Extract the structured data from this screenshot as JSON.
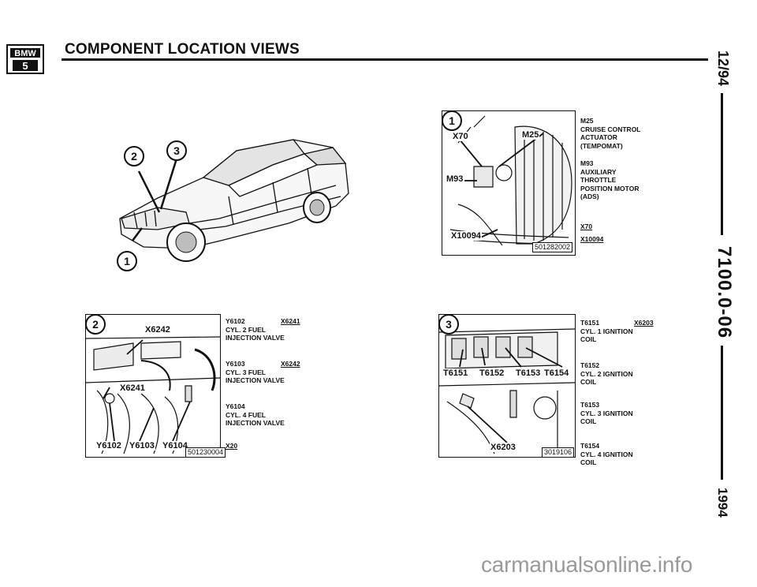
{
  "header": {
    "title": "COMPONENT LOCATION VIEWS",
    "logo_top": "BMW",
    "logo_bottom": "5"
  },
  "sidebar": {
    "date": "12/94",
    "page_number": "7100.0-06",
    "year": "1994"
  },
  "overview": {
    "markers": [
      "2",
      "3",
      "1"
    ]
  },
  "panel1": {
    "number": "1",
    "refs": [
      "X70",
      "M25",
      "M93",
      "X10094"
    ],
    "code": "501282002",
    "legend": {
      "m25": [
        "M25",
        "CRUISE CONTROL",
        "ACTUATOR",
        "(TEMPOMAT)"
      ],
      "m93": [
        "M93",
        "AUXILIARY",
        "THROTTLE",
        "POSITION MOTOR",
        "(ADS)"
      ],
      "x70": "X70",
      "x10094": "X10094"
    }
  },
  "panel2": {
    "number": "2",
    "refs": [
      "X6242",
      "X6241",
      "Y6102",
      "Y6103",
      "Y6104"
    ],
    "code": "501230004",
    "legend": {
      "y6102": [
        "Y6102",
        "CYL. 2 FUEL",
        "INJECTION VALVE"
      ],
      "y6103": [
        "Y6103",
        "CYL. 3 FUEL",
        "INJECTION VALVE"
      ],
      "y6104": [
        "Y6104",
        "CYL. 4 FUEL",
        "INJECTION VALVE"
      ],
      "x6241": "X6241",
      "x6242": "X6242",
      "x20": "X20"
    }
  },
  "panel3": {
    "number": "3",
    "refs": [
      "T6151",
      "T6152",
      "T6153",
      "T6154",
      "X6203"
    ],
    "code": "3019106",
    "legend": {
      "t6151": [
        "T6151",
        "CYL. 1 IGNITION",
        "COIL"
      ],
      "t6152": [
        "T6152",
        "CYL. 2 IGNITION",
        "COIL"
      ],
      "t6153": [
        "T6153",
        "CYL. 3 IGNITION",
        "COIL"
      ],
      "t6154": [
        "T6154",
        "CYL. 4 IGNITION",
        "COIL"
      ],
      "x6203": "X6203"
    }
  },
  "watermark": "carmanualsonline.info"
}
